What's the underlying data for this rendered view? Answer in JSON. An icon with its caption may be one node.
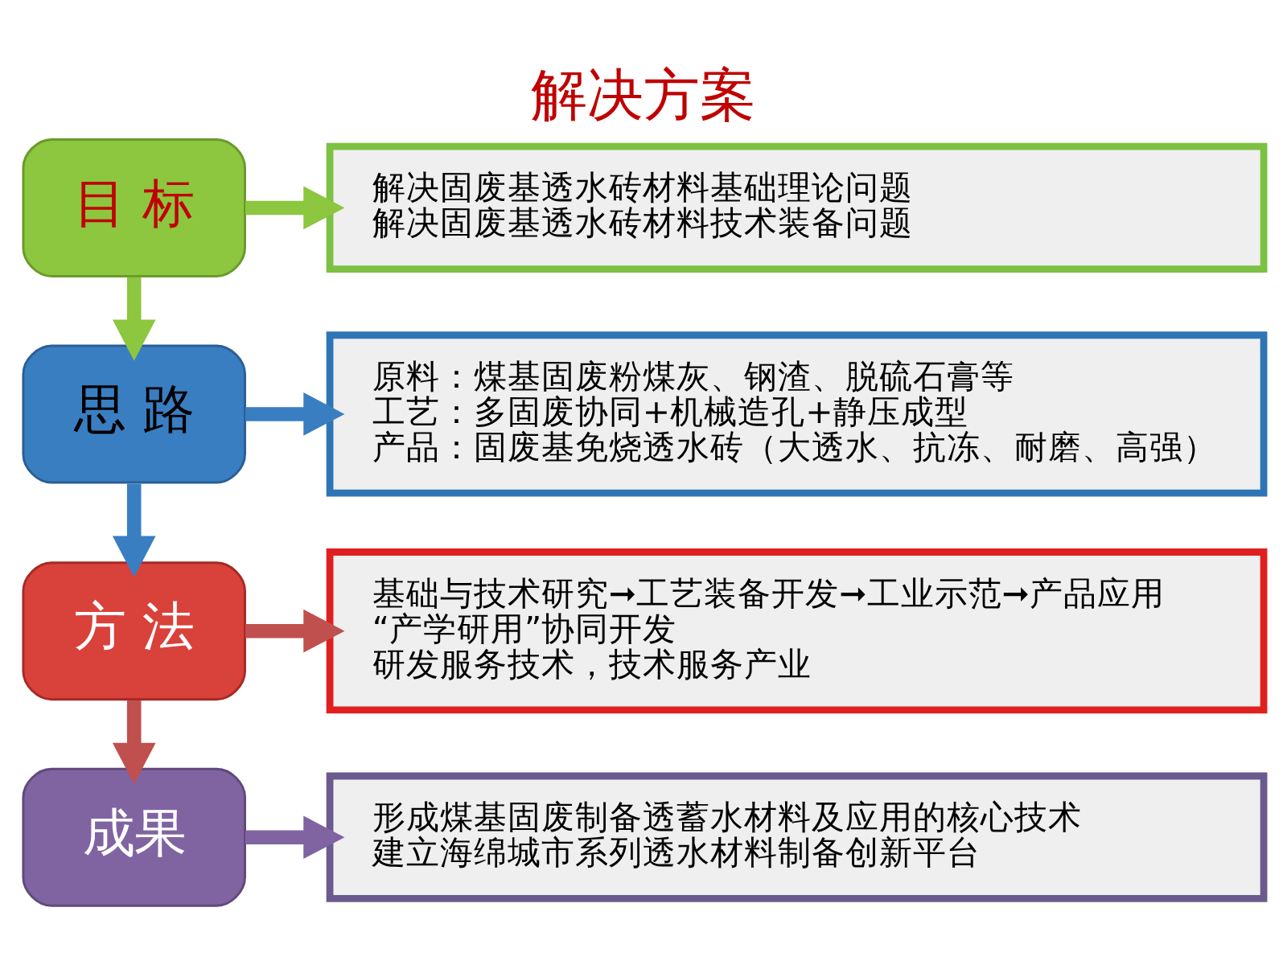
{
  "diagram": {
    "title": "解决方案",
    "nodes": [
      {
        "text": [
          "目 标"
        ]
      },
      {
        "text": [
          "解决固废基透水砖材料基础理论问题",
          "解决固废基透水砖材料技术装备问题"
        ]
      },
      {
        "text": [
          "思 路"
        ]
      },
      {
        "text": [
          "原料：煤基固废粉煤灰、钢渣、脱硫石膏等",
          "工艺：多固废协同+机械造孔+静压成型",
          "产品：固废基免烧透水砖（大透水、抗冻、耐磨、高强）"
        ]
      },
      {
        "text": [
          "方 法"
        ]
      },
      {
        "text": [
          "基础与技术研究➞工艺装备开发➞工业示范➞产品应用",
          "“产学研用”协同开发",
          "研发服务技术，技术服务产业"
        ]
      },
      {
        "text": [
          "成果"
        ]
      },
      {
        "text": [
          "形成煤基固废制备透蓄水材料及应用的核心技术",
          "建立海绵城市系列透水材料制备创新平台"
        ]
      }
    ],
    "edges": [
      {
        "from": 0,
        "to": 1,
        "arrow": "to",
        "color": "#8dc63f"
      },
      {
        "from": 0,
        "to": 2,
        "arrow": "to",
        "color": "#8dc63f"
      },
      {
        "from": 2,
        "to": 3,
        "arrow": "to",
        "color": "#3a7ec2"
      },
      {
        "from": 2,
        "to": 4,
        "arrow": "to",
        "color": "#3a7ec2"
      },
      {
        "from": 4,
        "to": 5,
        "arrow": "to",
        "color": "#c0504d"
      },
      {
        "from": 4,
        "to": 6,
        "arrow": "to",
        "color": "#c0504d"
      },
      {
        "from": 6,
        "to": 7,
        "arrow": "to",
        "color": "#8064a2"
      }
    ]
  }
}
